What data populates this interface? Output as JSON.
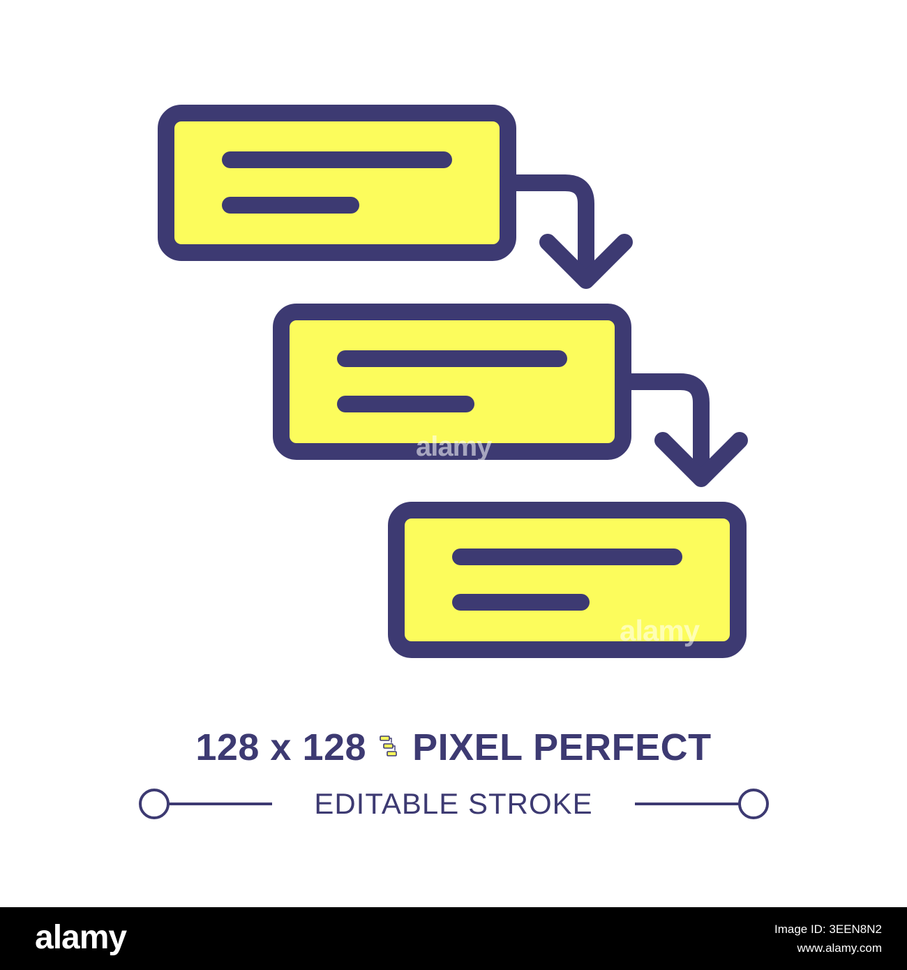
{
  "image": {
    "colors": {
      "stroke": "#3d3a72",
      "fill": "#fcfc5c",
      "background": "#ffffff",
      "footer_background": "#000000",
      "footer_text": "#ffffff"
    }
  },
  "icon": {
    "name": "workflow-flowchart-icon",
    "boxes": 3,
    "arrows": 2
  },
  "watermark": {
    "text": "alamy"
  },
  "caption": {
    "size_text": "128 x 128",
    "quality_text": "PIXEL PERFECT",
    "stroke_text": "EDITABLE STROKE"
  },
  "footer": {
    "logo_text": "alamy",
    "image_id_text": "Image ID: 3EEN8N2",
    "url_text": "www.alamy.com"
  }
}
